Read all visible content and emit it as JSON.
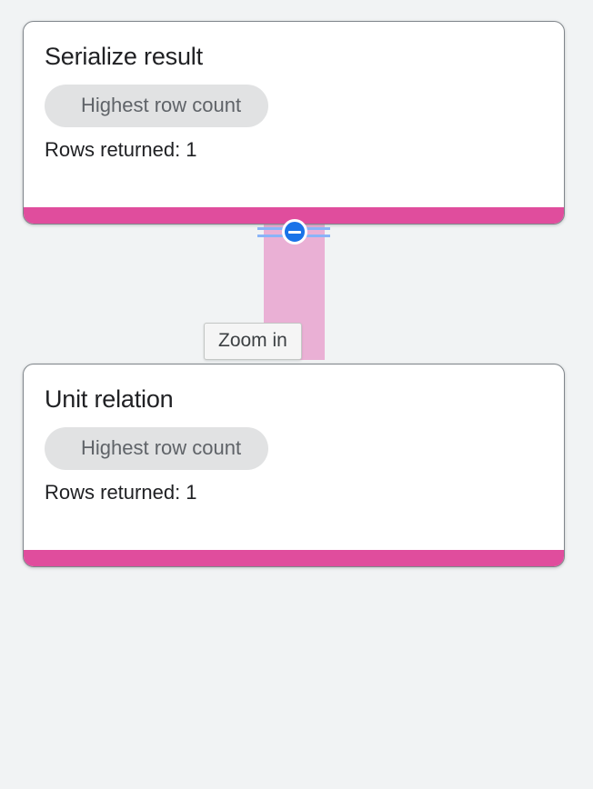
{
  "canvas": {
    "background_color": "#f1f3f4",
    "accent_color": "#e04d9d",
    "edge_color": "#eab0d5",
    "handle_color": "#1a73e8"
  },
  "nodes": [
    {
      "title": "Serialize result",
      "chip_label": "Highest row count",
      "meta": "Rows returned: 1"
    },
    {
      "title": "Unit relation",
      "chip_label": "Highest row count",
      "meta": "Rows returned: 1"
    }
  ],
  "edge": {
    "handle": {
      "icon": "minus-circle-icon",
      "tooltip": "Zoom in"
    }
  }
}
